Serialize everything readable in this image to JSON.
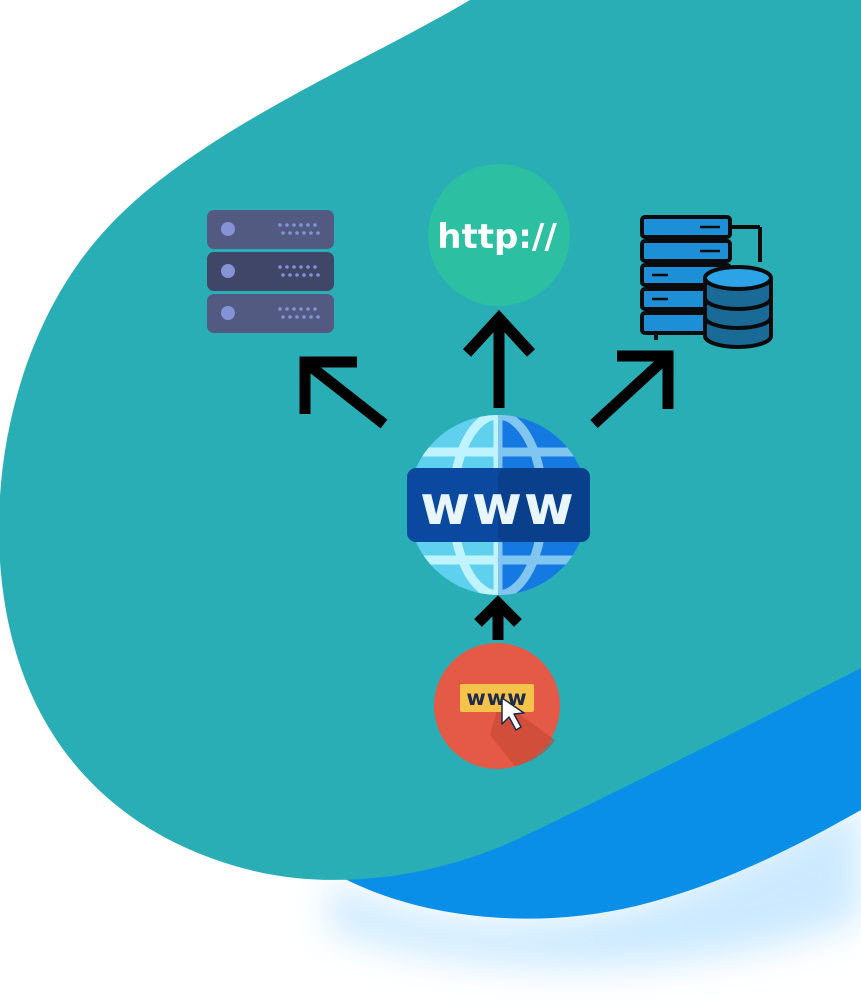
{
  "diagram": {
    "http_label": "http://",
    "globe_label": "www",
    "browser_label": "www"
  },
  "colors": {
    "blob_teal": "#2aaeb6",
    "blob_blue": "#0a8fe8",
    "http_circle": "#2cbfa2",
    "server_rack": "#525a82",
    "server_led": "#8592d6",
    "database_blue": "#1d8fd6",
    "globe_light": "#5fd0ee",
    "globe_dark": "#1a7fe8",
    "www_band": "#0b48a0",
    "browser_circle": "#e45a46",
    "url_bar": "#f6c34a",
    "arrow": "#000000"
  }
}
